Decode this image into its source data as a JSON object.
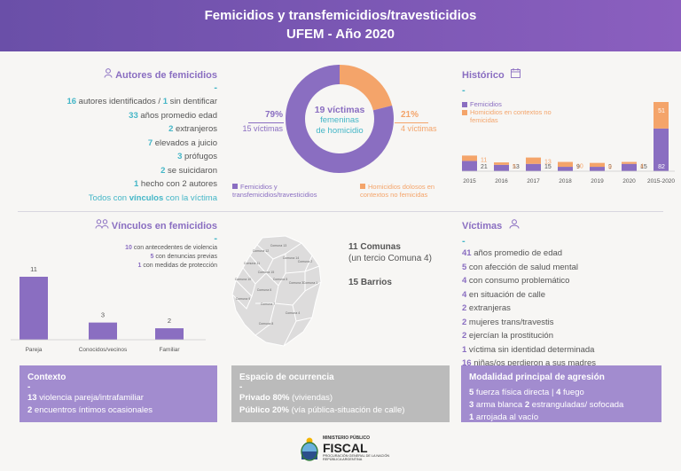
{
  "header": {
    "title_line1": "Femicidios y transfemicidios/travesticidios",
    "title_line2": "UFEM - Año 2020"
  },
  "autores": {
    "title": "Autores de femicidios",
    "dash": "-",
    "lines": [
      {
        "b1": "16",
        "t1": " autores identificados / ",
        "b2": "1",
        "t2": " sin dentificar"
      },
      {
        "b1": "33",
        "t1": " años promedio edad"
      },
      {
        "b1": "2",
        "t1": " extranjeros"
      },
      {
        "b1": "7",
        "t1": " elevados a juicio"
      },
      {
        "b1": "3",
        "t1": " prófugos"
      },
      {
        "b1": "2",
        "t1": " se suicidaron"
      },
      {
        "b1": "1",
        "t1": " hecho con 2 autores"
      }
    ],
    "last_a": "Todos con ",
    "last_b": "vínculos",
    "last_c": " con la víctima"
  },
  "donut": {
    "center_l1": "19 víctimas",
    "center_l2": "femeninas",
    "center_l3": "de homicidio",
    "left_pct": "79%",
    "left_sub": "15 víctimas",
    "right_pct": "21%",
    "right_sub": "4 víctimas",
    "legend_left": "Femicidios y transfemicidios/travesticidios",
    "legend_right": "Homicidios dolosos en contextos no femicidas",
    "values": [
      79,
      21
    ],
    "colors": [
      "#8a6ec1",
      "#f4a46a"
    ]
  },
  "historico": {
    "title": "Histórico",
    "dash": "-",
    "legend1": "Femicidios",
    "legend2": "Homicidios en contextos no femicidas"
  },
  "chart_data": [
    {
      "type": "bar",
      "categories": [
        "2015",
        "2016",
        "2017",
        "2018",
        "2019",
        "2020",
        "2015-2020"
      ],
      "series": [
        {
          "name": "Femicidios",
          "values": [
            21,
            13,
            15,
            9,
            9,
            15,
            82
          ]
        },
        {
          "name": "Homicidios en contextos no femicidas",
          "values": [
            11,
            5,
            13,
            10,
            8,
            4,
            51
          ]
        }
      ]
    },
    {
      "type": "bar",
      "categories": [
        "Pareja",
        "Conocidos/vecinos",
        "Familiar"
      ],
      "values": [
        11,
        3,
        2
      ]
    }
  ],
  "vinculos": {
    "title": "Vínculos en femicidios",
    "dash": "-",
    "lines": [
      {
        "b": "10",
        "t": " con antecedentes de violencia"
      },
      {
        "b": "5",
        "t": " con denuncias previas"
      },
      {
        "b": "1",
        "t": " con medidas de protección"
      }
    ]
  },
  "mapa": {
    "l1": "11 Comunas",
    "l2": "(un tercio Comuna 4)",
    "l3": "15 Barrios",
    "labels": [
      "Comuna 12",
      "Comuna 13",
      "Comuna 11",
      "Comuna 14",
      "Comuna 15",
      "Comuna 2",
      "Comuna 10",
      "Comuna 5",
      "Comuna 3",
      "Comuna 1",
      "Comuna 6",
      "Comuna 9",
      "Comuna 7",
      "Comuna 4",
      "Comuna 8"
    ]
  },
  "victimas": {
    "title": "Víctimas",
    "dash": "-",
    "lines": [
      {
        "b": "41",
        "t": " años promedio de edad"
      },
      {
        "b": "5",
        "t": " con afección de salud mental"
      },
      {
        "b": "4",
        "t": " con consumo problemático"
      },
      {
        "b": "4",
        "t": " en situación de calle"
      },
      {
        "b": "2",
        "t": " extranjeras"
      },
      {
        "b": "2",
        "t": " mujeres trans/travestis"
      },
      {
        "b": "2",
        "t": " ejercían la prostitución"
      },
      {
        "b": "1",
        "t": " víctima sin identidad determinada"
      },
      {
        "b": "16",
        "t": " niñas/os perdieron a sus madres"
      }
    ]
  },
  "contexto": {
    "title": "Contexto",
    "dash": "-",
    "l1b": "13",
    "l1": " violencia pareja/intrafamiliar",
    "l2b": "2",
    "l2": " encuentros íntimos ocasionales"
  },
  "espacio": {
    "title": "Espacio de ocurrencia",
    "dash": "-",
    "l1b": "Privado 80%",
    "l1": " (viviendas)",
    "l2b": "Público 20%",
    "l2": " (vía pública-situación de calle)"
  },
  "modalidad": {
    "title": "Modalidad principal de agresión",
    "l1b": "5",
    "l1": " fuerza física directa | ",
    "l1b2": "4",
    "l1c": " fuego",
    "l2b": "3",
    "l2": " arma blanca ",
    "l2b2": "2",
    "l2c": " estranguladas/ sofocada",
    "l3b": "1",
    "l3": " arrojada al vacío"
  },
  "footer": {
    "l1": "MINISTERIO PÚBLICO",
    "l2": "FISCAL",
    "l3": "PROCURACIÓN GENERAL DE LA NACIÓN",
    "l4": "REPÚBLICA ARGENTINA"
  }
}
